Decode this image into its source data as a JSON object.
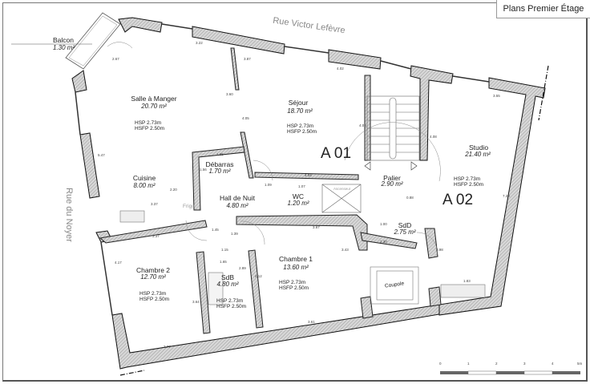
{
  "title": "Plans Premier Étage",
  "streets": {
    "north": "Rue Victor Lefèvre",
    "west": "Rue du Noyer"
  },
  "apartments": {
    "a01": "A 01",
    "a02": "A 02"
  },
  "balcony": {
    "name": "Balcon",
    "area": "1.30 m²"
  },
  "rooms": [
    {
      "name": "Salle à Manger",
      "area": "20.70 m²",
      "hsp": "HSP   2.73m",
      "hsfp": "HSFP  2.50m"
    },
    {
      "name": "Séjour",
      "area": "18.70 m²",
      "hsp": "HSP   2.73m",
      "hsfp": "HSFP  2.50m"
    },
    {
      "name": "Studio",
      "area": "21.40 m²",
      "hsp": "HSP   2.73m",
      "hsfp": "HSFP  2.50m"
    },
    {
      "name": "Débarras",
      "area": "1.70 m²"
    },
    {
      "name": "Cuisine",
      "area": "8.00 m²"
    },
    {
      "name": "Hall de Nuit",
      "area": "4.80 m²"
    },
    {
      "name": "WC",
      "area": "1.20 m²"
    },
    {
      "name": "Palier",
      "area": "2.90 m²"
    },
    {
      "name": "SdD",
      "area": "2.75 m²"
    },
    {
      "name": "Chambre 1",
      "area": "13.60 m²",
      "hsp": "HSP   2.73m",
      "hsfp": "HSFP  2.50m"
    },
    {
      "name": "Chambre 2",
      "area": "12.70 m²",
      "hsp": "HSP   2.73m",
      "hsfp": "HSFP  2.50m"
    },
    {
      "name": "SdB",
      "area": "4.80 m²",
      "hsp": "HSP   2.73m",
      "hsfp": "HSFP  2.50m"
    }
  ],
  "fixtures": {
    "coupole": "Coupole",
    "frigo": "Frigo",
    "ascenseur": "Ascenseur"
  },
  "dimensions": [
    "2.67",
    "3.22",
    "3.87",
    "4.02",
    "3.55",
    "3.60",
    "4.05",
    "5.47",
    "2.20",
    "3.37",
    "1.65",
    "1.56",
    "1.09",
    "1.07",
    "4.04",
    "4.05",
    "4.08",
    "0.88",
    "3.67",
    "2.30",
    "1.00",
    "3.43",
    "3.98",
    "7.23",
    "1.83",
    "3.37",
    "4.17",
    "1.45",
    "1.39",
    "1.15",
    "1.65",
    "2.89",
    "4.12",
    "3.64",
    "2.77",
    "3.61"
  ],
  "scale_bar": {
    "ticks": [
      "0",
      "1",
      "2",
      "3",
      "4",
      "5m"
    ]
  }
}
